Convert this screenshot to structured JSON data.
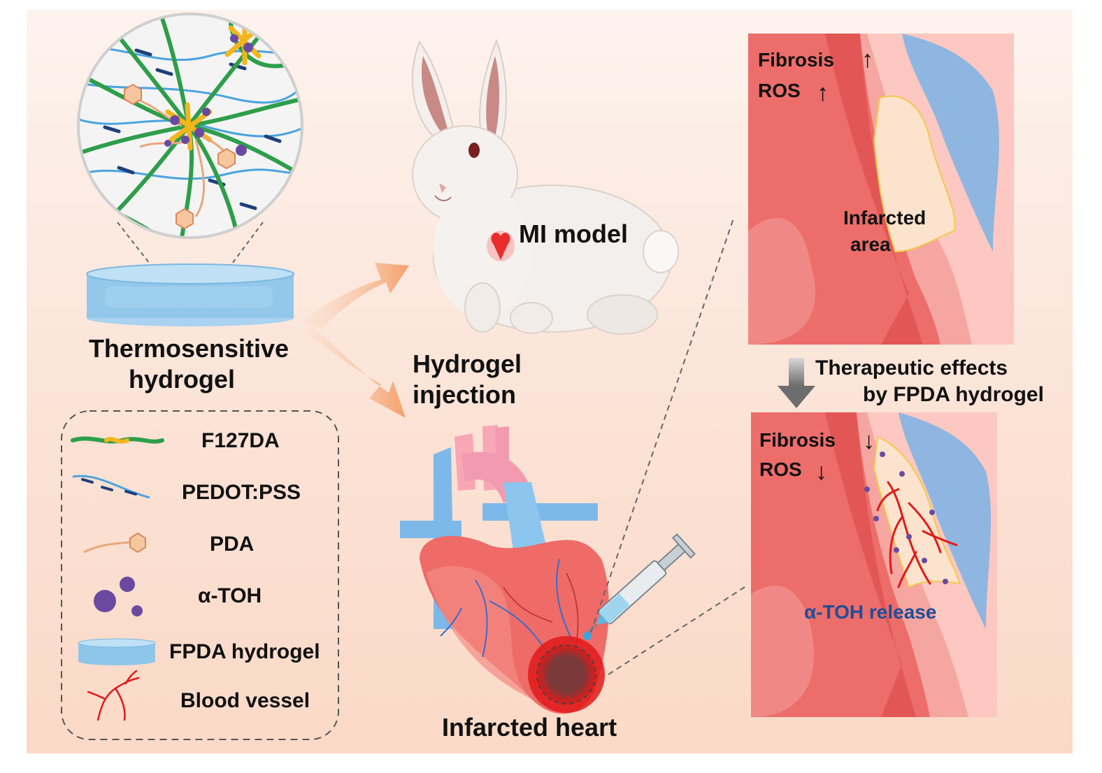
{
  "labels": {
    "hydrogel_title_line1": "Thermosensitive",
    "hydrogel_title_line2": "hydrogel",
    "mi_model": "MI model",
    "injection_line1": "Hydrogel",
    "injection_line2": "injection",
    "infarcted_heart": "Infarcted heart",
    "therapeutic_line1": "Therapeutic effects",
    "therapeutic_line2": "by FPDA hydrogel"
  },
  "panel_top": {
    "fibrosis": "Fibrosis",
    "fibrosis_arrow": "↑",
    "ros": "ROS",
    "ros_arrow": "↑",
    "infarcted_line1": "Infarcted",
    "infarcted_line2": "area"
  },
  "panel_bottom": {
    "fibrosis": "Fibrosis",
    "fibrosis_arrow": "↓",
    "ros": "ROS",
    "ros_arrow": "↓",
    "release": "α-TOH release"
  },
  "legend": {
    "items": [
      {
        "label": "F127DA",
        "icon": "f127da-chain-icon"
      },
      {
        "label": "PEDOT:PSS",
        "icon": "pedot-pss-chain-icon"
      },
      {
        "label": "PDA",
        "icon": "pda-chain-icon"
      },
      {
        "label": "α-TOH",
        "icon": "alpha-toh-particles-icon"
      },
      {
        "label": "FPDA hydrogel",
        "icon": "hydrogel-disc-icon"
      },
      {
        "label": "Blood vessel",
        "icon": "blood-vessel-icon"
      }
    ]
  },
  "colors": {
    "f127da_green": "#2e9e4a",
    "f127da_yellow": "#f2b51c",
    "pedot_blue": "#4aa3df",
    "pss_navy": "#1f3f7a",
    "pda_tan": "#e7a77b",
    "toh_purple": "#6a4aa0",
    "hydrogel_blue": "#8ec6ea",
    "vessel_red": "#e01a1a",
    "arrow_orange": "#f4a36d",
    "heart_red": "#e8585a",
    "release_text_blue": "#1f4e9a"
  }
}
